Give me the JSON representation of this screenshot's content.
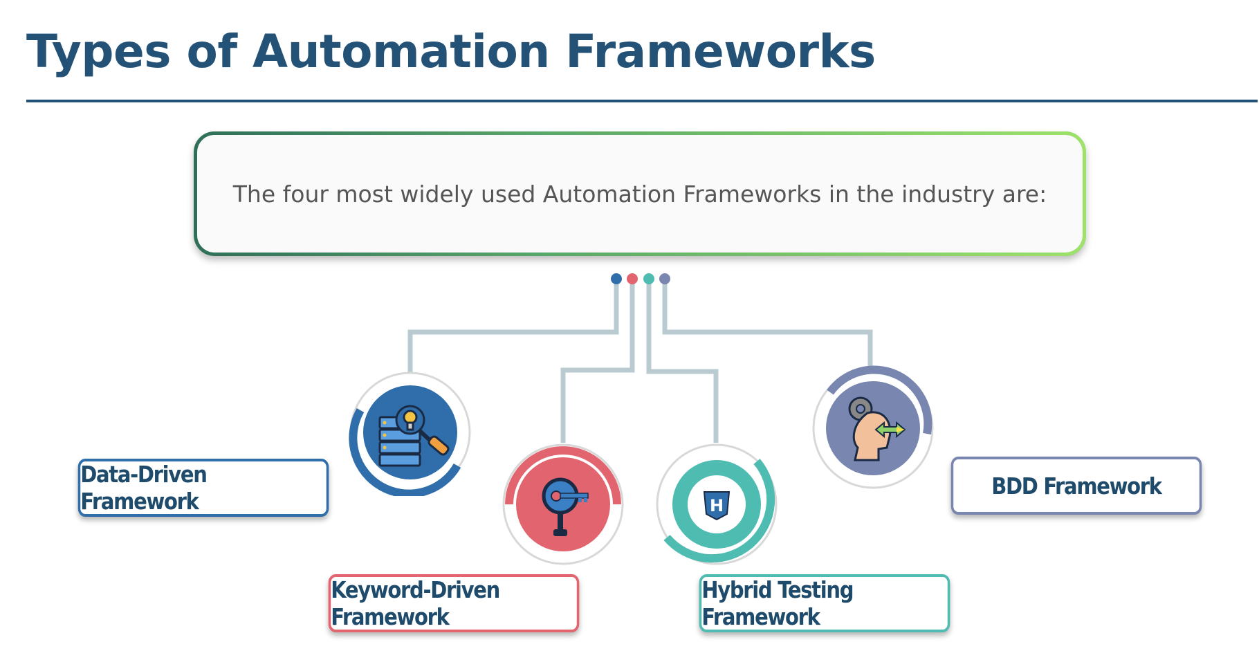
{
  "title": "Types of Automation Frameworks",
  "intro": "The four most widely used Automation Frameworks in the industry are:",
  "colors": {
    "title": "#245277",
    "blue": "#2f6eaa",
    "red": "#e2646f",
    "teal": "#4fbcb2",
    "slate": "#7987b0",
    "connector": "#b9cbd0"
  },
  "frameworks": [
    {
      "label": "Data-Driven Framework",
      "icon": "database-lightbulb-icon"
    },
    {
      "label": "Keyword-Driven Framework",
      "icon": "magnifier-key-icon"
    },
    {
      "label": "Hybrid Testing Framework",
      "icon": "hybrid-shield-icon"
    },
    {
      "label": "BDD Framework",
      "icon": "head-gear-arrows-icon"
    }
  ]
}
